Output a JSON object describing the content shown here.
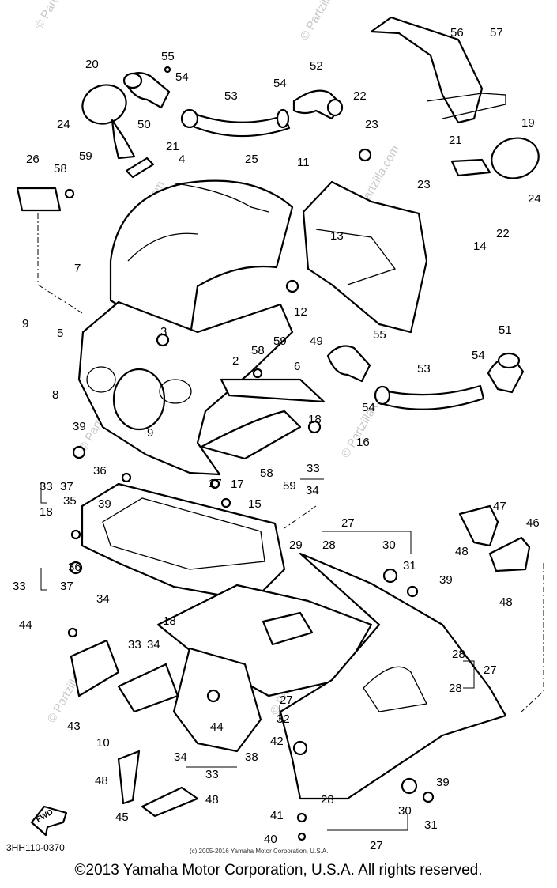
{
  "diagram": {
    "drawing_code": "3HH110-0370",
    "small_copyright": "(c) 2005-2016 Yamaha Motor Corporation, U.S.A.",
    "direction_label": "FWD",
    "watermark": "© Partzilla.com",
    "callouts": [
      "20",
      "55",
      "54",
      "50",
      "53",
      "54",
      "52",
      "57",
      "56",
      "24",
      "59",
      "21",
      "22",
      "23",
      "19",
      "26",
      "58",
      "4",
      "25",
      "11",
      "21",
      "23",
      "24",
      "22",
      "13",
      "14",
      "7",
      "12",
      "9",
      "5",
      "3",
      "2",
      "58",
      "59",
      "6",
      "49",
      "55",
      "53",
      "54",
      "51",
      "8",
      "18",
      "54",
      "9",
      "17",
      "16",
      "39",
      "36",
      "58",
      "33",
      "59",
      "33",
      "37",
      "34",
      "35",
      "17",
      "15",
      "18",
      "47",
      "46",
      "39",
      "29",
      "28",
      "30",
      "27",
      "48",
      "36",
      "31",
      "39",
      "33",
      "37",
      "34",
      "48",
      "18",
      "44",
      "33",
      "34",
      "28",
      "27",
      "28",
      "43",
      "27",
      "32",
      "10",
      "44",
      "42",
      "34",
      "33",
      "38",
      "39",
      "48",
      "48",
      "41",
      "30",
      "31",
      "45",
      "40",
      "28",
      "27"
    ],
    "watermark_positions_note": ""
  },
  "footer": {
    "copyright": "©2013 Yamaha Motor Corporation, U.S.A. All rights reserved."
  }
}
